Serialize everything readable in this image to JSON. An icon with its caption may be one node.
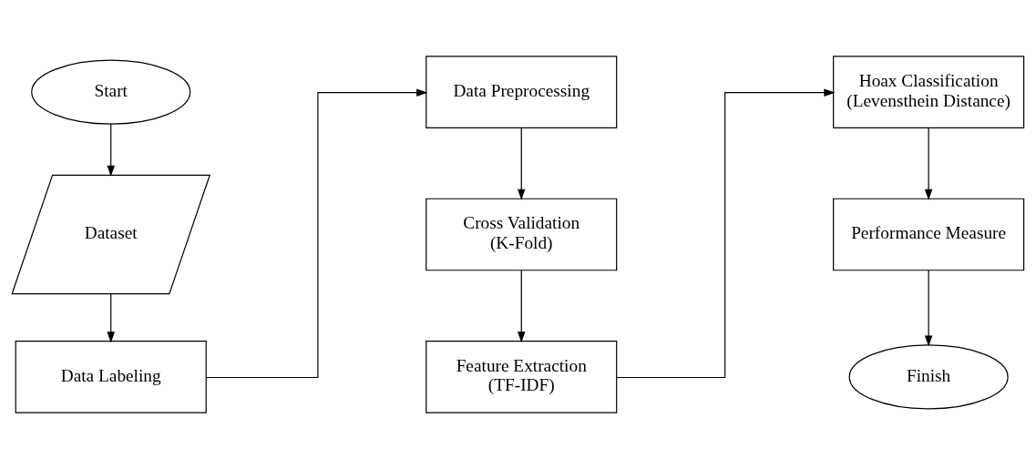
{
  "diagram": {
    "nodes": [
      {
        "text": [
          "Start"
        ]
      },
      {
        "text": [
          "Dataset"
        ]
      },
      {
        "text": [
          "Data Labeling"
        ]
      },
      {
        "text": [
          "Data Preprocessing"
        ]
      },
      {
        "text": [
          "Cross Validation (K-Fold)"
        ]
      },
      {
        "text": [
          "Feature Extraction (TF-IDF)"
        ]
      },
      {
        "text": [
          "Hoax Classification (Levensthein Distance)"
        ]
      },
      {
        "text": [
          "Performance Measure"
        ]
      },
      {
        "text": [
          "Finish"
        ]
      }
    ],
    "edges": [
      {
        "from": 0,
        "to": 1,
        "arrow": "to"
      },
      {
        "from": 1,
        "to": 2,
        "arrow": "to"
      },
      {
        "from": 2,
        "to": 3,
        "arrow": "to"
      },
      {
        "from": 3,
        "to": 4,
        "arrow": "to"
      },
      {
        "from": 4,
        "to": 5,
        "arrow": "to"
      },
      {
        "from": 5,
        "to": 6,
        "arrow": "to"
      },
      {
        "from": 6,
        "to": 7,
        "arrow": "to"
      },
      {
        "from": 7,
        "to": 8,
        "arrow": "to"
      }
    ]
  }
}
